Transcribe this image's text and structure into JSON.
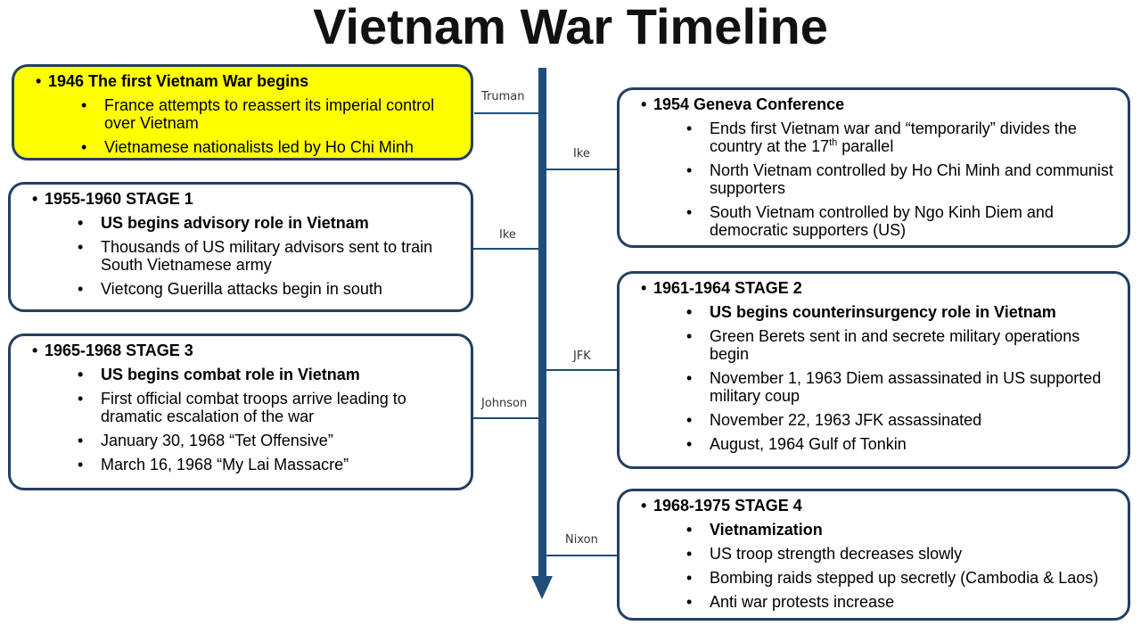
{
  "title": "Vietnam War Timeline",
  "presidents": {
    "truman": "Truman",
    "ike1": "Ike",
    "ike2": "Ike",
    "jfk": "JFK",
    "johnson": "Johnson",
    "nixon": "Nixon"
  },
  "boxes": {
    "b1946": {
      "heading": "1946  The first Vietnam War begins",
      "items": [
        "France attempts to reassert its imperial control over Vietnam",
        "Vietnamese nationalists led by Ho Chi Minh"
      ]
    },
    "b1954": {
      "heading": "1954   Geneva Conference",
      "items": [
        "Ends first Vietnam war and “temporarily” divides the country at the 17",
        "th",
        " parallel",
        "North Vietnam controlled by Ho Chi Minh and communist supporters",
        "South Vietnam controlled by Ngo Kinh Diem and democratic supporters (US)"
      ]
    },
    "b1955": {
      "heading": "1955-1960    STAGE 1",
      "items": [
        "US begins advisory role in Vietnam",
        "Thousands of US military advisors sent to train South Vietnamese army",
        "Vietcong Guerilla attacks begin in south"
      ]
    },
    "b1961": {
      "heading": "1961-1964    STAGE 2",
      "items": [
        "US begins counterinsurgency role in Vietnam",
        "Green Berets sent in and secrete military operations begin",
        "November 1, 1963 Diem assassinated in US supported military coup",
        "November 22, 1963 JFK assassinated",
        "August, 1964  Gulf of Tonkin"
      ]
    },
    "b1965": {
      "heading": "1965-1968     STAGE 3",
      "items": [
        "US begins combat role in Vietnam",
        "First official combat troops arrive leading to dramatic escalation of the war",
        "January 30, 1968 “Tet Offensive”",
        "March 16, 1968 “My Lai Massacre”"
      ]
    },
    "b1968": {
      "heading": "1968-1975    STAGE 4",
      "items": [
        "Vietnamization",
        "US troop strength decreases slowly",
        "Bombing raids stepped up secretly (Cambodia & Laos)",
        "Anti war protests increase"
      ]
    }
  },
  "colors": {
    "highlight": "#ffff00",
    "border": "#243f60",
    "spine": "#1f4e79"
  }
}
